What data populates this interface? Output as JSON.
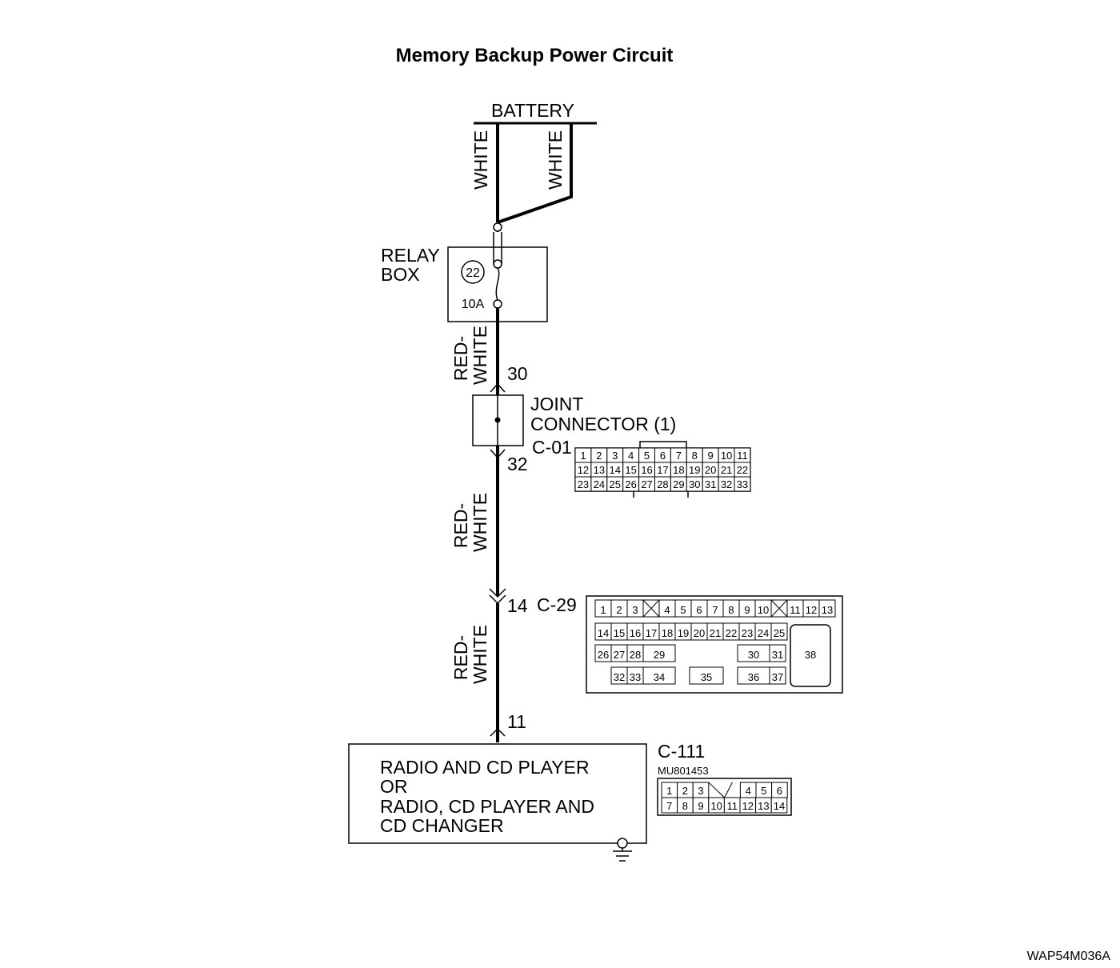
{
  "title": "Memory Backup Power Circuit",
  "battery": {
    "label": "BATTERY"
  },
  "wires": {
    "battery_left": "WHITE",
    "battery_right": "WHITE",
    "relay_to_joint_1": "RED-",
    "relay_to_joint_2": "WHITE",
    "joint_to_c29_1": "RED-",
    "joint_to_c29_2": "WHITE",
    "c29_to_radio_1": "RED-",
    "c29_to_radio_2": "WHITE"
  },
  "relay_box": {
    "label_line1": "RELAY",
    "label_line2": "BOX",
    "fuse_number": "22",
    "fuse_rating": "10A"
  },
  "joint_connector": {
    "label_line1": "JOINT",
    "label_line2": "CONNECTOR (1)",
    "pin_in": "30",
    "pin_out": "32",
    "connector_id": "C-01"
  },
  "c29": {
    "pin": "14",
    "connector_id": "C-29"
  },
  "radio": {
    "pin": "11",
    "connector_id": "C-111",
    "part_number": "MU801453",
    "line1": "RADIO AND CD PLAYER",
    "line2": "OR",
    "line3": "RADIO, CD PLAYER AND",
    "line4": "CD CHANGER"
  },
  "connector_c01": {
    "rows": [
      [
        "1",
        "2",
        "3",
        "4",
        "5",
        "6",
        "7",
        "8",
        "9",
        "10",
        "11"
      ],
      [
        "12",
        "13",
        "14",
        "15",
        "16",
        "17",
        "18",
        "19",
        "20",
        "21",
        "22"
      ],
      [
        "23",
        "24",
        "25",
        "26",
        "27",
        "28",
        "29",
        "30",
        "31",
        "32",
        "33"
      ]
    ]
  },
  "connector_c29": {
    "row1": [
      "1",
      "2",
      "3",
      "",
      "4",
      "5",
      "6",
      "7",
      "8",
      "9",
      "10",
      "",
      "11",
      "12",
      "13"
    ],
    "row2": [
      "14",
      "15",
      "16",
      "17",
      "18",
      "19",
      "20",
      "21",
      "22",
      "23",
      "24",
      "25"
    ],
    "row3": [
      "26",
      "27",
      "28",
      "29",
      "30",
      "31"
    ],
    "row4": [
      "32",
      "33",
      "34",
      "35",
      "36",
      "37"
    ],
    "large_pin": "38"
  },
  "connector_c111": {
    "row1": [
      "1",
      "2",
      "3",
      "",
      "4",
      "5",
      "6"
    ],
    "row2": [
      "7",
      "8",
      "9",
      "10",
      "11",
      "12",
      "13",
      "14"
    ]
  },
  "figure_code": "WAP54M036A"
}
